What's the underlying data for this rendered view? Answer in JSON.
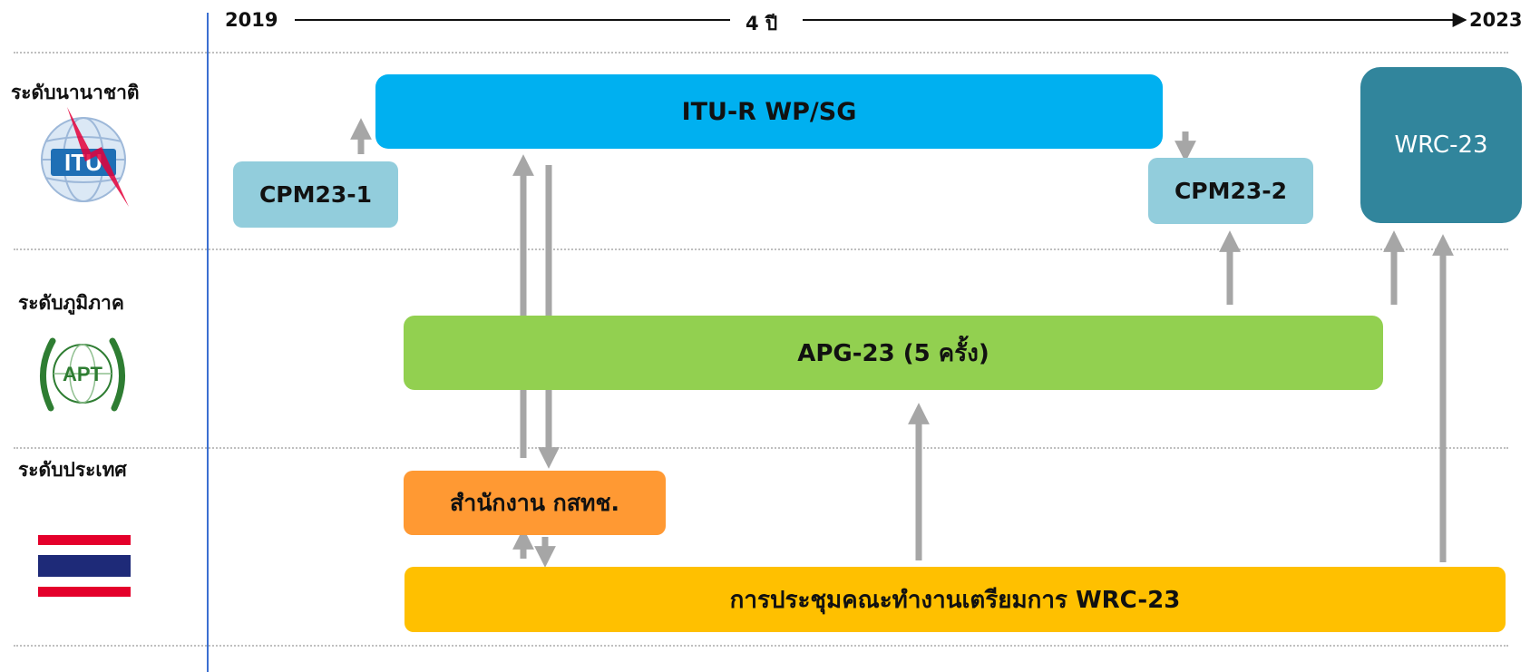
{
  "timeline": {
    "start_year": "2019",
    "duration": "4 ปี",
    "end_year": "2023"
  },
  "levels": {
    "international": "ระดับนานาชาติ",
    "regional": "ระดับภูมิภาค",
    "national": "ระดับประเทศ"
  },
  "logos": {
    "itu": "ITU",
    "apt": "APT"
  },
  "boxes": {
    "itu_r": "ITU-R WP/SG",
    "cpm1": "CPM23-1",
    "cpm2": "CPM23-2",
    "wrc": "WRC-23",
    "apg": "APG-23 (5 ครั้ง)",
    "nbtc": "สำนักงาน กสทช.",
    "prep": "การประชุมคณะทำงานเตรียมการ WRC-23"
  },
  "colors": {
    "itu_r": "#00b0f0",
    "cpm": "#92cddc",
    "wrc": "#31859c",
    "apg": "#92d050",
    "nbtc": "#ff9933",
    "prep": "#ffc000",
    "arrow": "#a6a6a6",
    "axis": "#3b6fd1"
  }
}
